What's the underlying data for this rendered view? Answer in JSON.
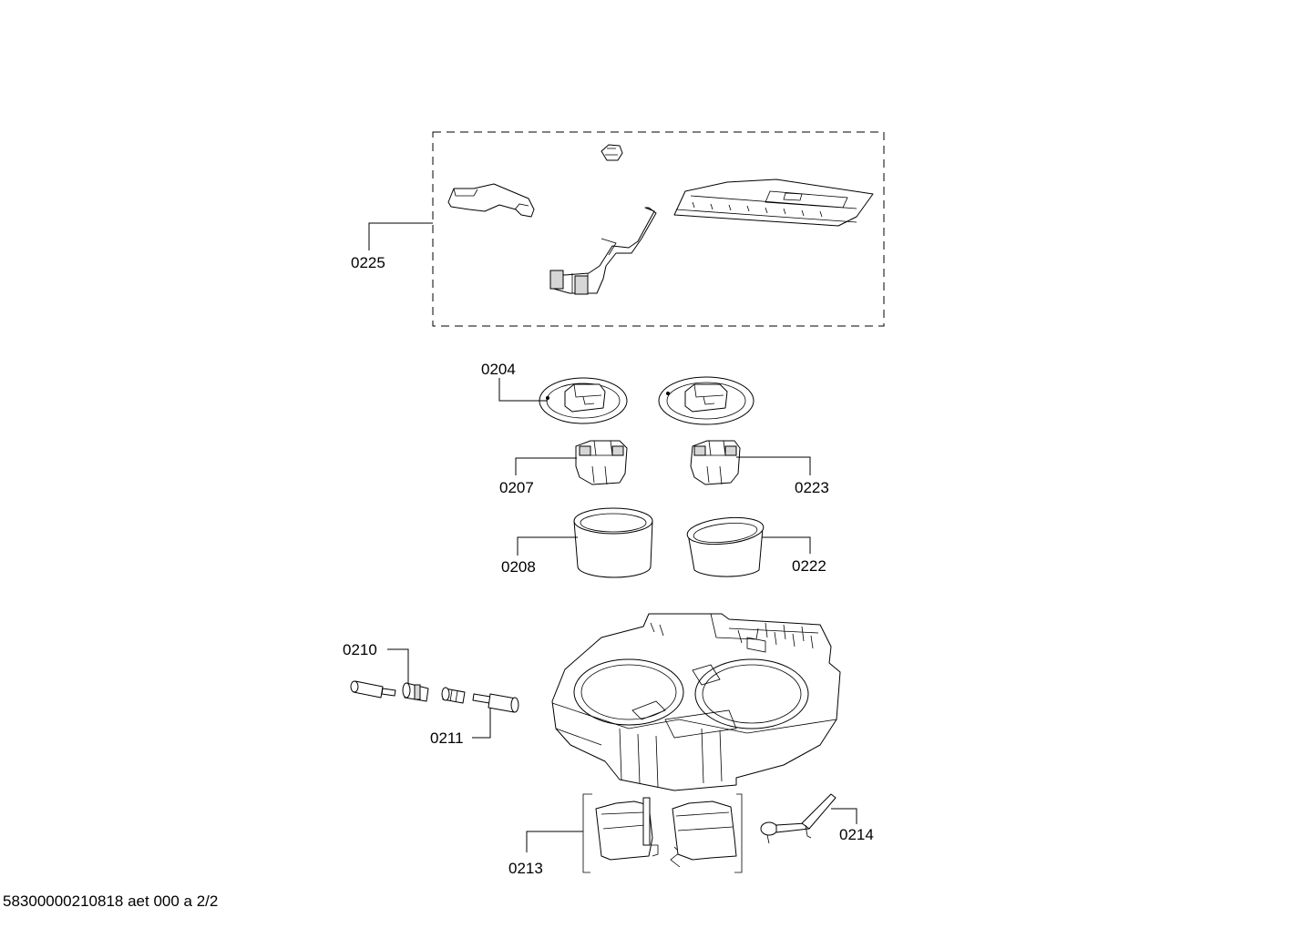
{
  "labels": {
    "p0225": "0225",
    "p0204": "0204",
    "p0207": "0207",
    "p0223": "0223",
    "p0208": "0208",
    "p0222": "0222",
    "p0210": "0210",
    "p0211": "0211",
    "p0213": "0213",
    "p0214": "0214"
  },
  "footer": {
    "document_id": "58300000210818 aet 000 a 2/2"
  }
}
